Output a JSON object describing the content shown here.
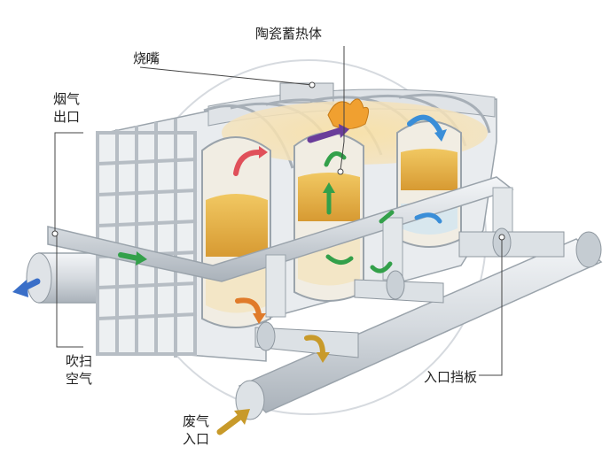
{
  "labels": {
    "burner": "烧嘴",
    "ceramic": "陶瓷蓄热体",
    "flue_gas": [
      "烟气",
      "出口"
    ],
    "purge_air": [
      "吹扫",
      "空气"
    ],
    "inlet_damper": "入口挡板",
    "waste_gas": [
      "废气",
      "入口"
    ]
  },
  "colors": {
    "label_line": "#444444",
    "equipment": "#e9ecef",
    "equipment_edge": "#9aa3ab",
    "media": "#e8b64a",
    "flame": "#f0a030",
    "arrow_purple": "#6a3d9a",
    "arrow_red": "#e0505a",
    "arrow_green": "#33a04a",
    "arrow_blue": "#3a8ed8",
    "arrow_orange": "#e07b2a",
    "arrow_gold": "#c89a2a"
  }
}
